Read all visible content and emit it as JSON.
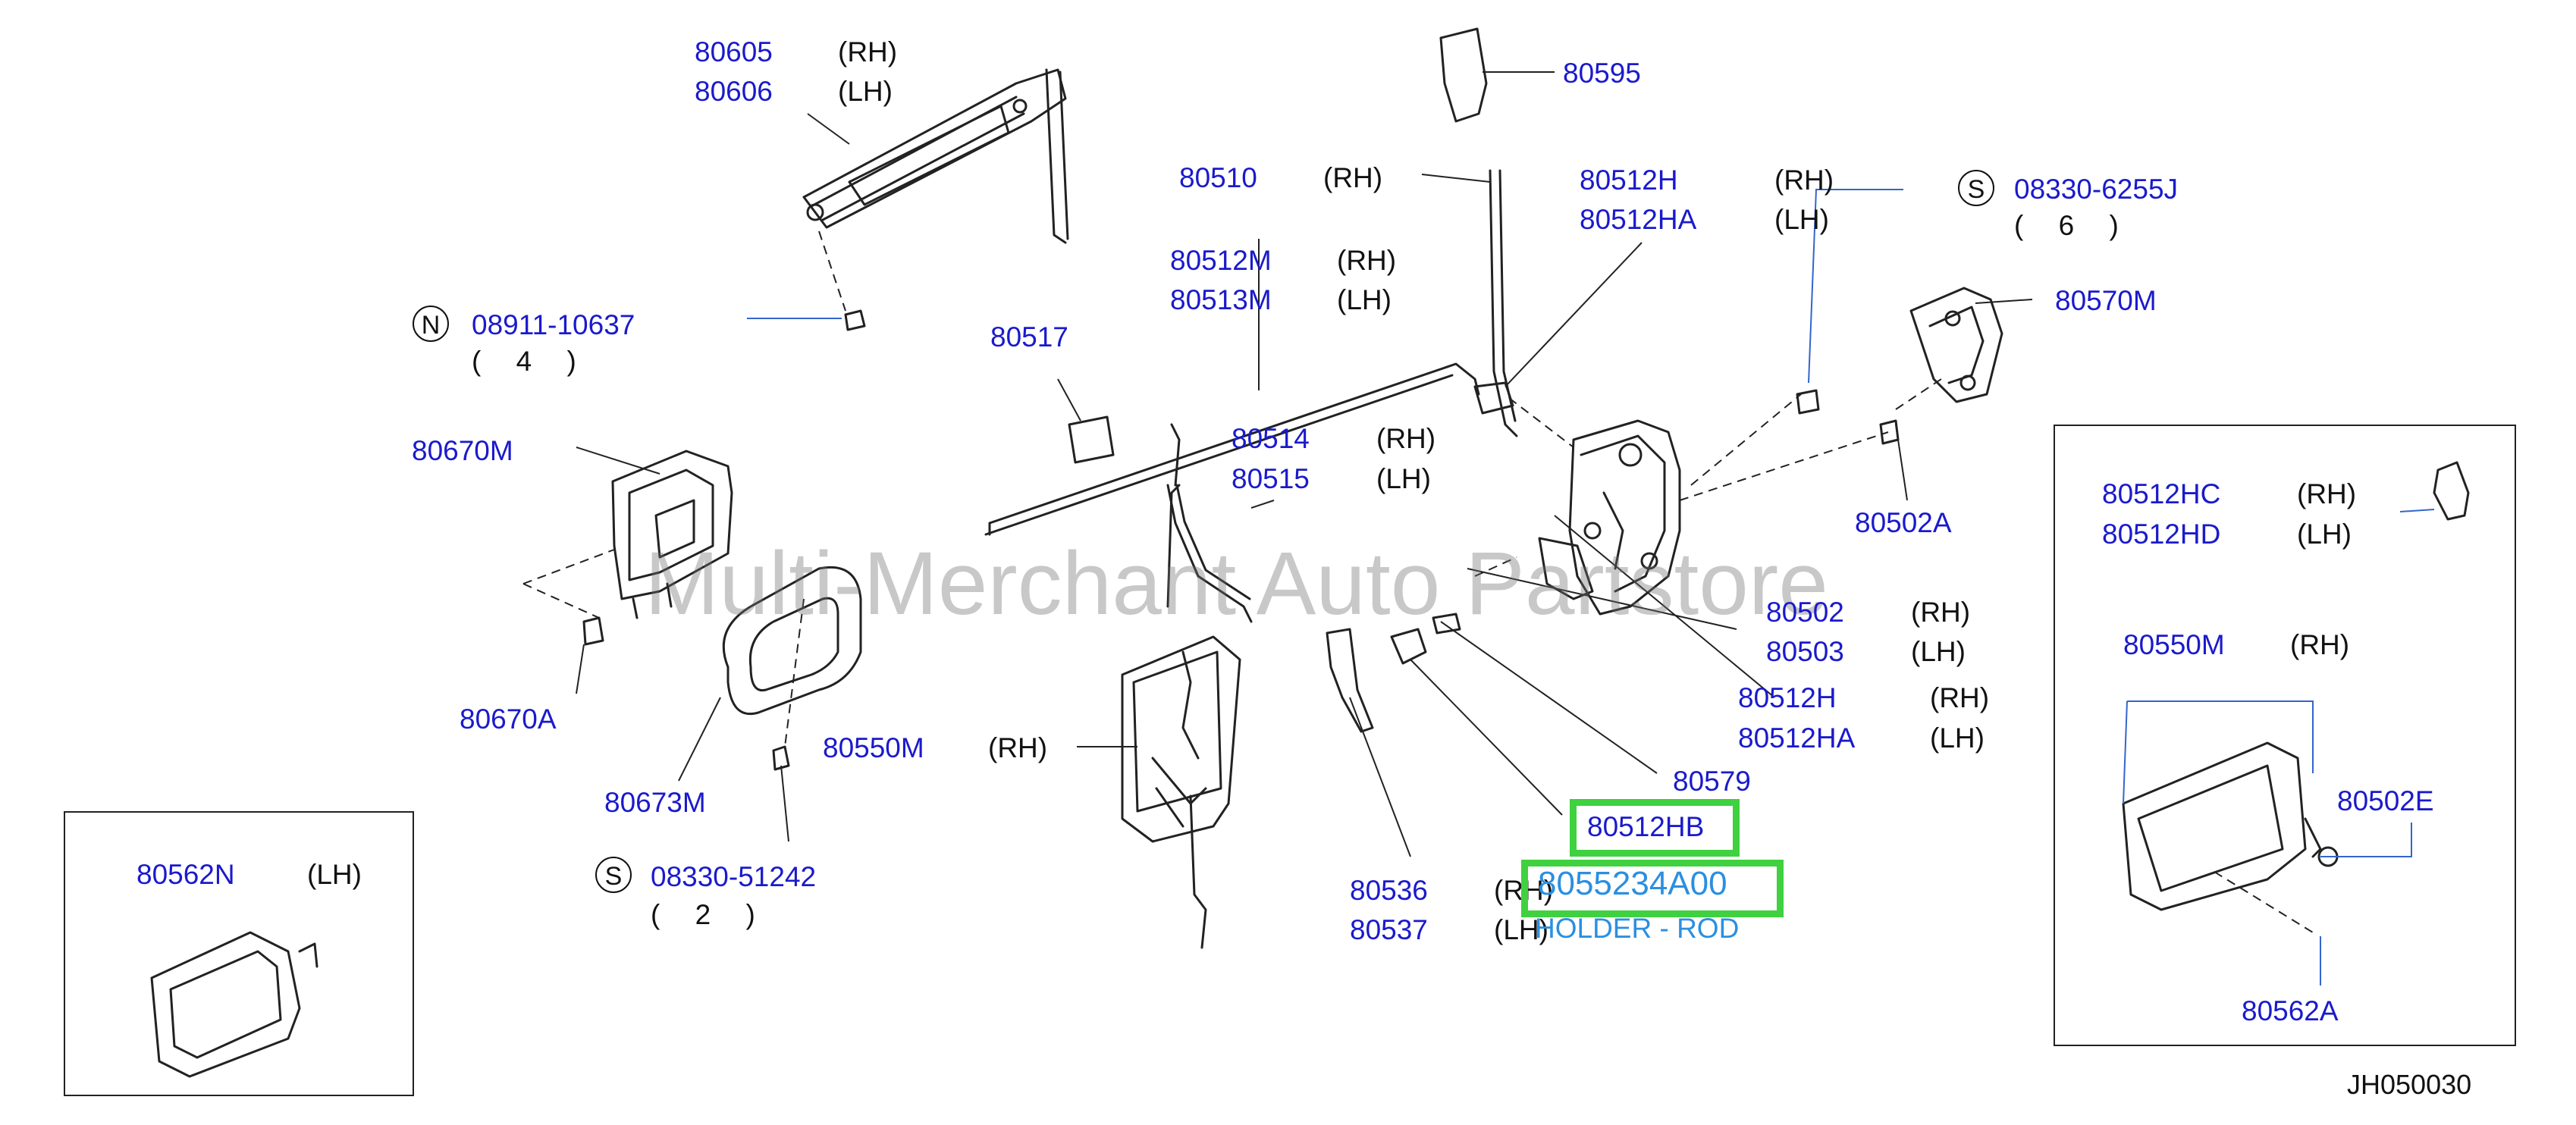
{
  "watermark": "Multi-Merchant Auto Partstore",
  "reference_code": "JH050030",
  "callouts": [
    {
      "id": "c01",
      "part": "80605",
      "side": "(RH)"
    },
    {
      "id": "c02",
      "part": "80606",
      "side": "(LH)"
    },
    {
      "id": "c03",
      "part": "08911-10637",
      "prefix": "N",
      "qty": "( 4 )"
    },
    {
      "id": "c04",
      "part": "80670M",
      "side": ""
    },
    {
      "id": "c05",
      "part": "80670A",
      "side": ""
    },
    {
      "id": "c06",
      "part": "80673M",
      "side": ""
    },
    {
      "id": "c07",
      "part": "80550M",
      "side": "(RH)"
    },
    {
      "id": "c08",
      "part": "08330-51242",
      "prefix": "S",
      "qty": "( 2 )"
    },
    {
      "id": "c09",
      "part": "80517",
      "side": ""
    },
    {
      "id": "c10",
      "part": "80512M",
      "side": "(RH)"
    },
    {
      "id": "c11",
      "part": "80513M",
      "side": "(LH)"
    },
    {
      "id": "c12",
      "part": "80510",
      "side": "(RH)"
    },
    {
      "id": "c13",
      "part": "80595",
      "side": ""
    },
    {
      "id": "c14",
      "part": "80512H",
      "side": "(RH)"
    },
    {
      "id": "c15",
      "part": "80512HA",
      "side": "(LH)"
    },
    {
      "id": "c16",
      "part": "08330-6255J",
      "prefix": "S",
      "qty": "( 6 )"
    },
    {
      "id": "c17",
      "part": "80570M",
      "side": ""
    },
    {
      "id": "c18",
      "part": "80502A",
      "side": ""
    },
    {
      "id": "c19",
      "part": "80514",
      "side": "(RH)"
    },
    {
      "id": "c20",
      "part": "80515",
      "side": "(LH)"
    },
    {
      "id": "c21",
      "part": "80502",
      "side": "(RH)"
    },
    {
      "id": "c22",
      "part": "80503",
      "side": "(LH)"
    },
    {
      "id": "c23",
      "part": "80512H",
      "side": "(RH)"
    },
    {
      "id": "c24",
      "part": "80512HA",
      "side": "(LH)"
    },
    {
      "id": "c25",
      "part": "80579",
      "side": ""
    },
    {
      "id": "c26",
      "part": "80512HB",
      "side": ""
    },
    {
      "id": "c27",
      "part": "80536",
      "side": "(RH)"
    },
    {
      "id": "c28",
      "part": "80537",
      "side": "(LH)"
    },
    {
      "id": "c29",
      "part": "80562N",
      "side": "(LH)"
    },
    {
      "id": "c30",
      "part": "80512HC",
      "side": "(RH)"
    },
    {
      "id": "c31",
      "part": "80512HD",
      "side": "(LH)"
    },
    {
      "id": "c32",
      "part": "80550M",
      "side": "(RH)"
    },
    {
      "id": "c33",
      "part": "80502E",
      "side": ""
    },
    {
      "id": "c34",
      "part": "80562A",
      "side": ""
    }
  ],
  "highlight": {
    "selected_part": "80512HB",
    "part_number": "8055234A00",
    "description": "HOLDER - ROD"
  },
  "colors": {
    "part_number_text": "#1a1acc",
    "highlight_border": "#3fd13f",
    "hint_text": "#2b8fe0",
    "line_art": "#222222",
    "leader_line": "#3366cc"
  }
}
